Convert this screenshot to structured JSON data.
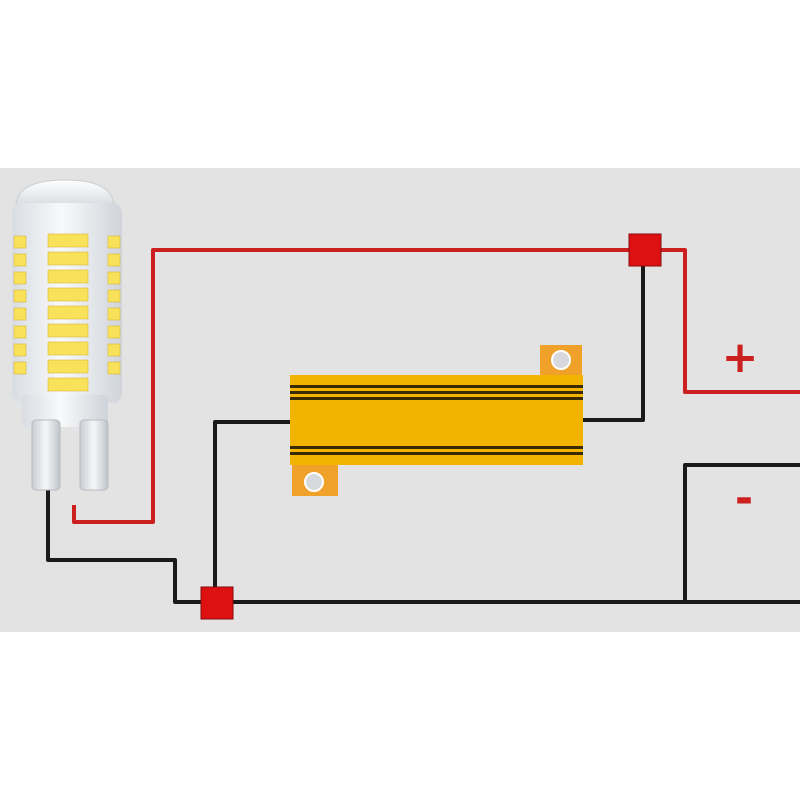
{
  "diagram": {
    "labels": {
      "positive": "+",
      "negative": "-"
    },
    "components": {
      "bulb": "led-bulb",
      "resistor": "load-resistor",
      "connectors": [
        "connector-top-right",
        "connector-bottom"
      ]
    },
    "colors": {
      "background": "#e3e3e3",
      "page": "#ffffff",
      "positive_wire": "#cc1f1f",
      "negative_wire": "#1a1a1a",
      "connector": "#dd1111",
      "resistor_body": "#f2b400",
      "resistor_tab": "#f0a12a",
      "led_chip": "#f7e25a",
      "bulb_body": "#f1f3f5",
      "label_positive": "#cc1f1f",
      "label_negative": "#cc1f1f"
    }
  }
}
